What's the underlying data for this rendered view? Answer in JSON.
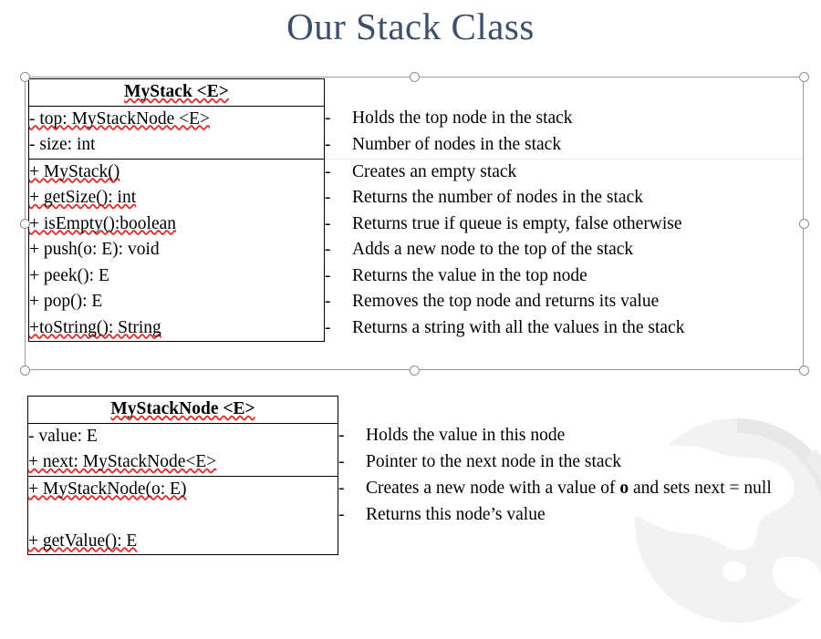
{
  "slide": {
    "title": "Our Stack Class",
    "title_color": "#3e4f68",
    "background_color": "#ffffff",
    "watermark": "globe-world-map-watermark"
  },
  "selection": {
    "state": "selected",
    "handle_count": 8,
    "handle_shape": "circle",
    "frame_color": "#9a9a9a"
  },
  "tables": [
    {
      "id": "mystack",
      "class_name": "MyStack <E>",
      "sections": [
        {
          "id": "attributes",
          "members": [
            {
              "text": "- top: MyStackNode <E>",
              "description": "Holds the top node in the stack"
            },
            {
              "text": "- size: int",
              "description": "Number of nodes in the stack"
            }
          ]
        },
        {
          "id": "methods",
          "members": [
            {
              "text": "+ MyStack()",
              "description": "Creates an empty stack"
            },
            {
              "text": "+ getSize(): int",
              "description": "Returns the number of nodes in the stack"
            },
            {
              "text": "+ isEmpty():boolean",
              "description": "Returns true if queue is empty, false otherwise"
            },
            {
              "text": "+ push(o: E): void",
              "description": "Adds a new node to the top of the stack"
            },
            {
              "text": "+ peek(): E",
              "description": "Returns the value in the top node"
            },
            {
              "text": "+ pop(): E",
              "description": "Removes the top node and returns its value"
            },
            {
              "text": "+toString(): String",
              "description": "Returns a string with all the values in the stack"
            }
          ]
        }
      ]
    },
    {
      "id": "mystacknode",
      "class_name": "MyStackNode <E>",
      "sections": [
        {
          "id": "attributes",
          "members": [
            {
              "text": "- value: E",
              "description": "Holds the value in this node"
            },
            {
              "text": "+ next: MyStackNode<E>",
              "description": "Pointer to the next node in the stack"
            }
          ]
        },
        {
          "id": "methods",
          "members": [
            {
              "text": "+ MyStackNode(o: E)",
              "description": "Creates a new node with a value of o and sets next = null"
            },
            {
              "text": "+ getValue(): E",
              "description": "Returns this node’s value"
            }
          ]
        }
      ]
    }
  ],
  "bullet": {
    "dash": "-"
  }
}
